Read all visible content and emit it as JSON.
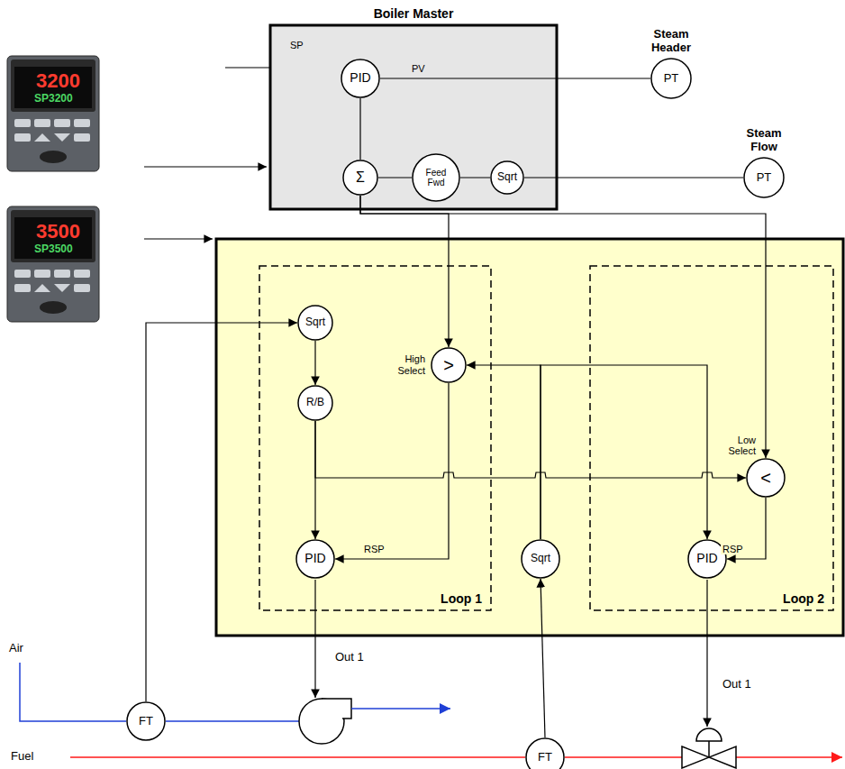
{
  "diagram": {
    "nodes": [
      {
        "text": [
          "Boiler Master"
        ]
      },
      {
        "text": [
          "PID"
        ],
        "in": 0
      },
      {
        "text": [
          "Σ"
        ],
        "in": 0
      },
      {
        "text": [
          "Feed Fwd"
        ],
        "in": 0
      },
      {
        "text": [
          "Sqrt"
        ],
        "in": 0
      },
      {
        "text": [
          "Steam Header",
          "PT"
        ]
      },
      {
        "text": [
          "Steam Flow",
          "PT"
        ]
      },
      {
        "text": [
          "Loop 1"
        ]
      },
      {
        "text": [
          "Sqrt"
        ],
        "in": 7
      },
      {
        "text": [
          "R/B"
        ],
        "in": 7
      },
      {
        "text": [
          ">",
          "High Select"
        ],
        "in": 7
      },
      {
        "text": [
          "PID"
        ],
        "in": 7
      },
      {
        "text": [
          "Sqrt"
        ]
      },
      {
        "text": [
          "Loop 2"
        ]
      },
      {
        "text": [
          "<",
          "Low Select"
        ],
        "in": 13
      },
      {
        "text": [
          "PID"
        ],
        "in": 13
      },
      {
        "text": [
          "FT"
        ]
      },
      {
        "text": [
          "FT"
        ]
      }
    ],
    "edges": [
      {
        "from": 5,
        "to": 1,
        "arrow": "none",
        "label": "PV"
      },
      {
        "from": 6,
        "to": 4,
        "arrow": "none"
      },
      {
        "from": 4,
        "to": 3,
        "arrow": "none"
      },
      {
        "from": 3,
        "to": 2,
        "arrow": "none"
      },
      {
        "from": 1,
        "to": 2,
        "arrow": "none"
      },
      {
        "from": 2,
        "to": 10,
        "arrow": "to"
      },
      {
        "from": 2,
        "to": 14,
        "arrow": "to"
      },
      {
        "from": 16,
        "to": 8,
        "arrow": "to"
      },
      {
        "from": 8,
        "to": 9,
        "arrow": "to"
      },
      {
        "from": 9,
        "to": 11,
        "arrow": "to"
      },
      {
        "from": 9,
        "to": 14,
        "arrow": "to"
      },
      {
        "from": 10,
        "to": 11,
        "arrow": "to",
        "label": "RSP"
      },
      {
        "from": 17,
        "to": 12,
        "arrow": "to"
      },
      {
        "from": 12,
        "to": 10,
        "arrow": "to"
      },
      {
        "from": 12,
        "to": 15,
        "arrow": "to"
      },
      {
        "from": 14,
        "to": 15,
        "arrow": "to",
        "label": "RSP"
      }
    ],
    "labels": [
      "3200",
      "SP3200",
      "3500",
      "SP3500",
      "SP",
      "Air",
      "Fuel",
      "Out 1",
      "Out 1"
    ]
  }
}
